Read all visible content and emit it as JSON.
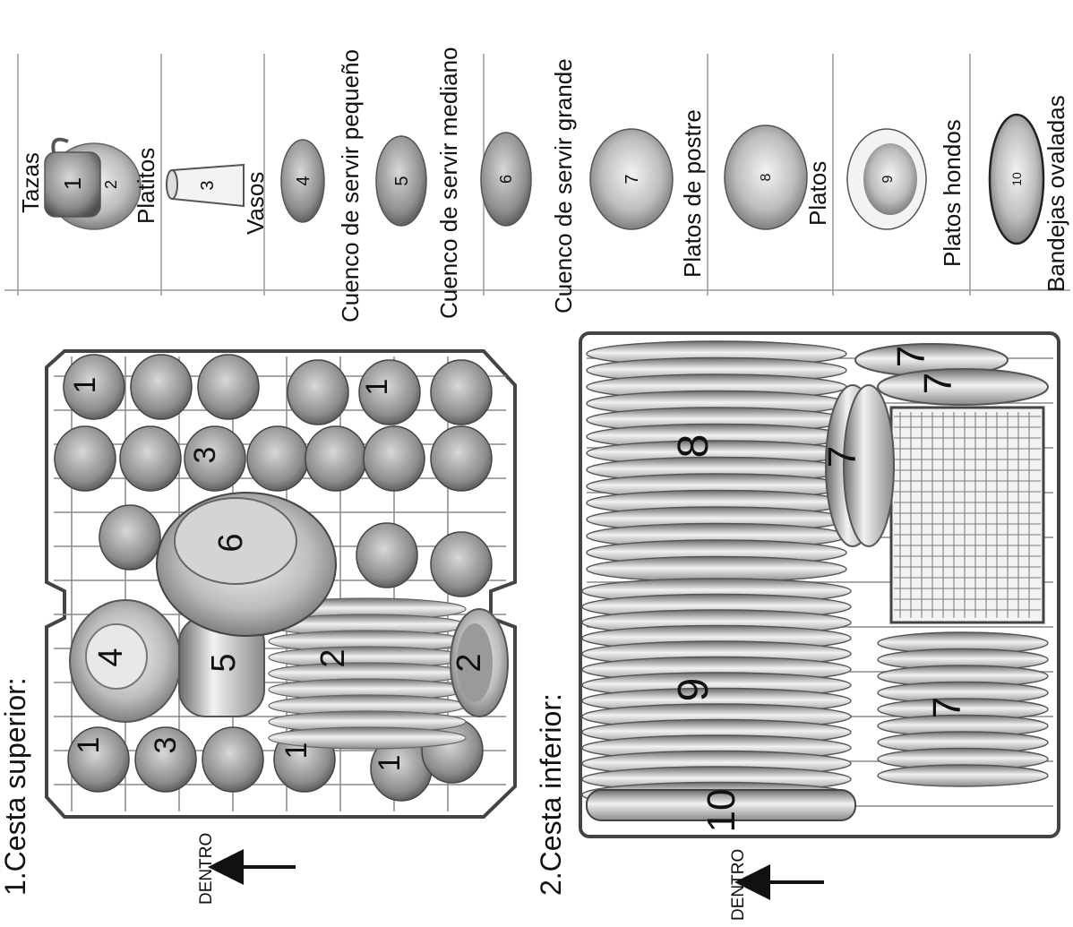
{
  "upper_basket": {
    "title": "1.Cesta superior:",
    "direction_label": "DENTRO",
    "numbers": [
      "1",
      "1",
      "1",
      "1",
      "1",
      "3",
      "3",
      "6",
      "4",
      "5",
      "2",
      "2"
    ]
  },
  "lower_basket": {
    "title": "2.Cesta inferior:",
    "direction_label": "DENTRO",
    "numbers": [
      "8",
      "7",
      "7",
      "7",
      "9",
      "7",
      "10"
    ]
  },
  "legend": [
    {
      "numbers": [
        "1",
        "2"
      ],
      "labels": [
        "Tazas",
        "Platitos"
      ]
    },
    {
      "numbers": [
        "3"
      ],
      "labels": [
        "Vasos"
      ]
    },
    {
      "numbers": [
        "4"
      ],
      "labels": [
        "Cuenco de servir pequeño"
      ]
    },
    {
      "numbers": [
        "5"
      ],
      "labels": [
        "Cuenco de servir mediano"
      ]
    },
    {
      "numbers": [
        "6"
      ],
      "labels": [
        "Cuenco de servir grande"
      ]
    },
    {
      "numbers": [
        "7"
      ],
      "labels": [
        "Platos de postre"
      ]
    },
    {
      "numbers": [
        "8"
      ],
      "labels": [
        "Platos"
      ]
    },
    {
      "numbers": [
        "9"
      ],
      "labels": [
        "Platos hondos"
      ]
    },
    {
      "numbers": [
        "10"
      ],
      "labels": [
        "Bandejas ovaladas"
      ]
    }
  ],
  "colors": {
    "ink": "#111111",
    "dish": "#9a9a9a",
    "dish_light": "#e6e6e6",
    "rack": "#555555"
  }
}
